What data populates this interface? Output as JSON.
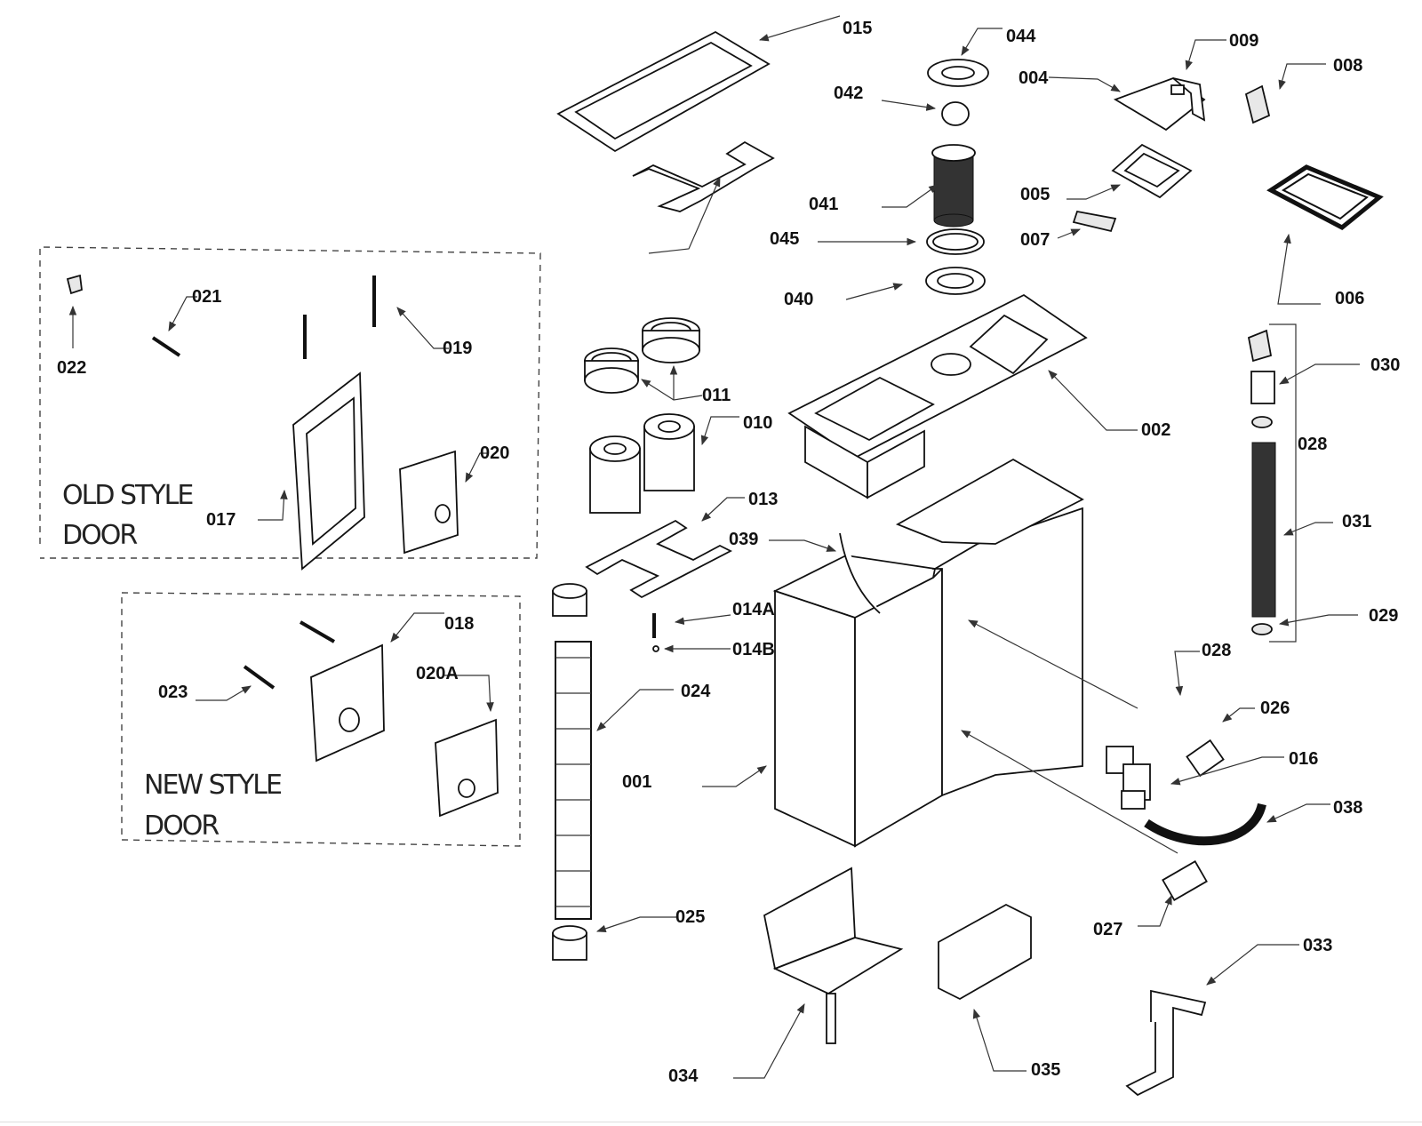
{
  "labels": {
    "p001": "001",
    "p002": "002",
    "p004": "004",
    "p005": "005",
    "p006": "006",
    "p007": "007",
    "p008": "008",
    "p009": "009",
    "p010": "010",
    "p011": "011",
    "p013": "013",
    "p014a": "014A",
    "p014b": "014B",
    "p015": "015",
    "p016": "016",
    "p017": "017",
    "p018": "018",
    "p019": "019",
    "p020": "020",
    "p020a": "020A",
    "p021": "021",
    "p022": "022",
    "p023": "023",
    "p024": "024",
    "p025": "025",
    "p026": "026",
    "p027": "027",
    "p028a": "028",
    "p028b": "028",
    "p029": "029",
    "p030": "030",
    "p031": "031",
    "p033": "033",
    "p034": "034",
    "p035": "035",
    "p038": "038",
    "p039": "039",
    "p040": "040",
    "p041": "041",
    "p042": "042",
    "p044": "044",
    "p045": "045"
  },
  "groups": {
    "old_style_line1": "OLD STYLE",
    "old_style_line2": "DOOR",
    "new_style_line1": "NEW STYLE",
    "new_style_line2": "DOOR"
  }
}
